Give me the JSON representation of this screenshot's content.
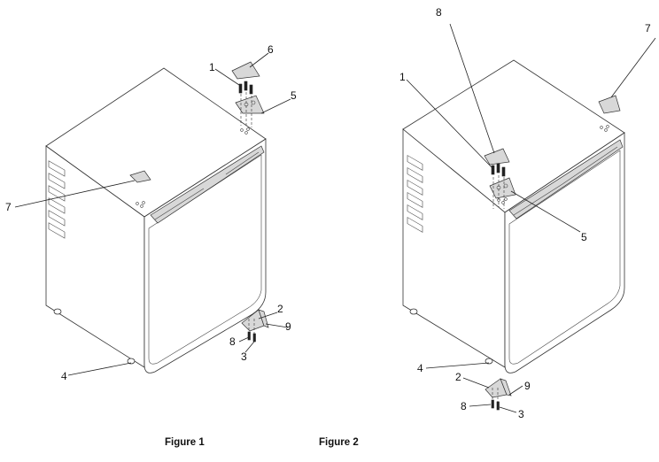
{
  "figure1": {
    "caption": "Figure 1",
    "labels": {
      "n1": "1",
      "n2": "2",
      "n3": "3",
      "n4": "4",
      "n5": "5",
      "n6": "6",
      "n7": "7",
      "n8": "8",
      "n9": "9"
    }
  },
  "figure2": {
    "caption": "Figure 2",
    "labels": {
      "n1": "1",
      "n2": "2",
      "n3": "3",
      "n4": "4",
      "n5": "5",
      "n7": "7",
      "n8": "8",
      "n9": "9",
      "n8b": "8"
    }
  }
}
